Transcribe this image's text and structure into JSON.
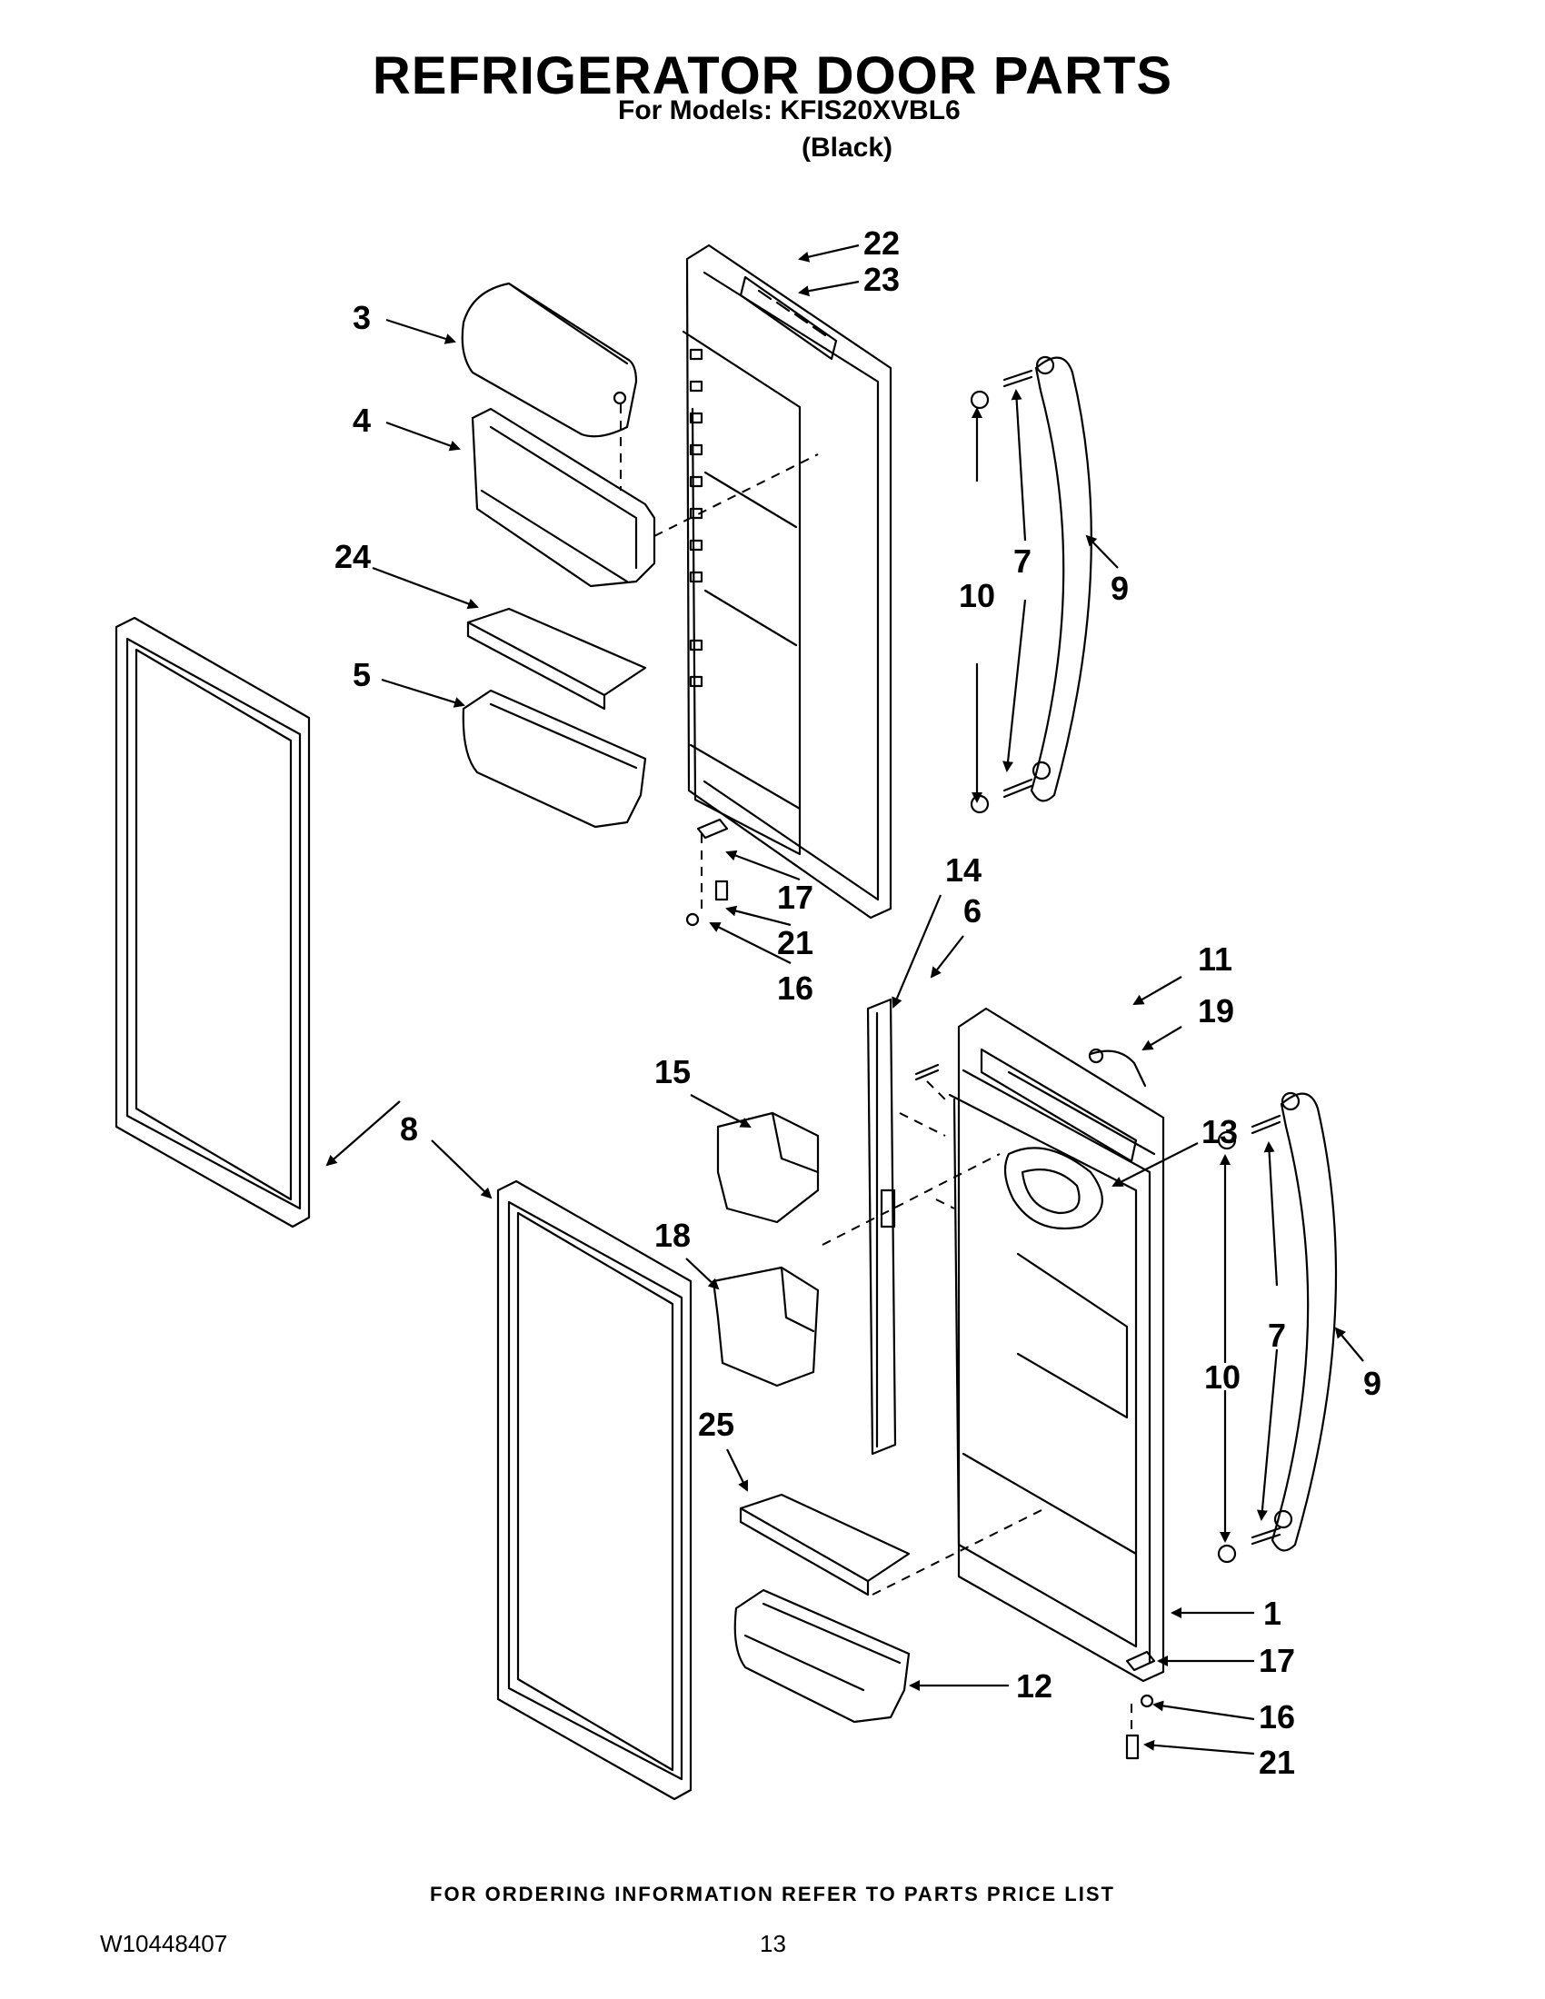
{
  "header": {
    "title": "REFRIGERATOR DOOR PARTS",
    "models_line": "For Models: KFIS20XVBL6",
    "color_line": "(Black)"
  },
  "callouts": [
    "22",
    "23",
    "3",
    "4",
    "24",
    "5",
    "10",
    "7",
    "9",
    "17",
    "21",
    "16",
    "14",
    "6",
    "11",
    "19",
    "15",
    "8",
    "18",
    "13",
    "10",
    "7",
    "9",
    "25",
    "1",
    "12",
    "17",
    "16",
    "21"
  ],
  "footer": {
    "ordering_note": "FOR ORDERING INFORMATION REFER TO PARTS PRICE LIST",
    "document_number": "W10448407",
    "page_number": "13"
  }
}
